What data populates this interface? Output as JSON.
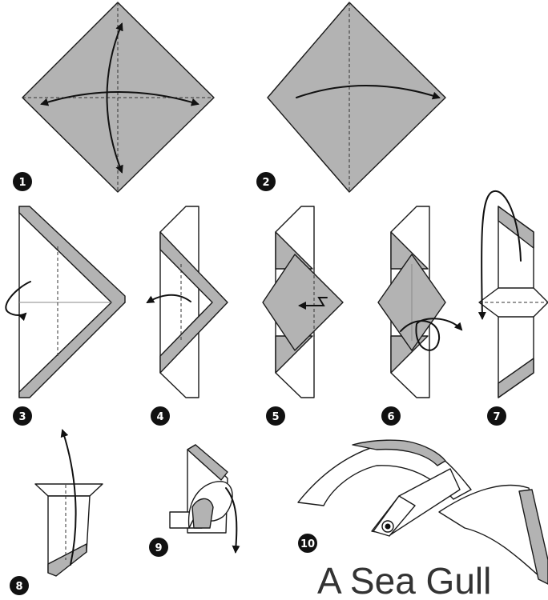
{
  "title": "A Sea Gull",
  "steps": [
    {
      "label": "1"
    },
    {
      "label": "2"
    },
    {
      "label": "3"
    },
    {
      "label": "4"
    },
    {
      "label": "5"
    },
    {
      "label": "6"
    },
    {
      "label": "7"
    },
    {
      "label": "8"
    },
    {
      "label": "9"
    },
    {
      "label": "10"
    }
  ],
  "colors": {
    "paper_colored": "#b3b3b3",
    "paper_white": "#ffffff",
    "lines": "#111111"
  }
}
